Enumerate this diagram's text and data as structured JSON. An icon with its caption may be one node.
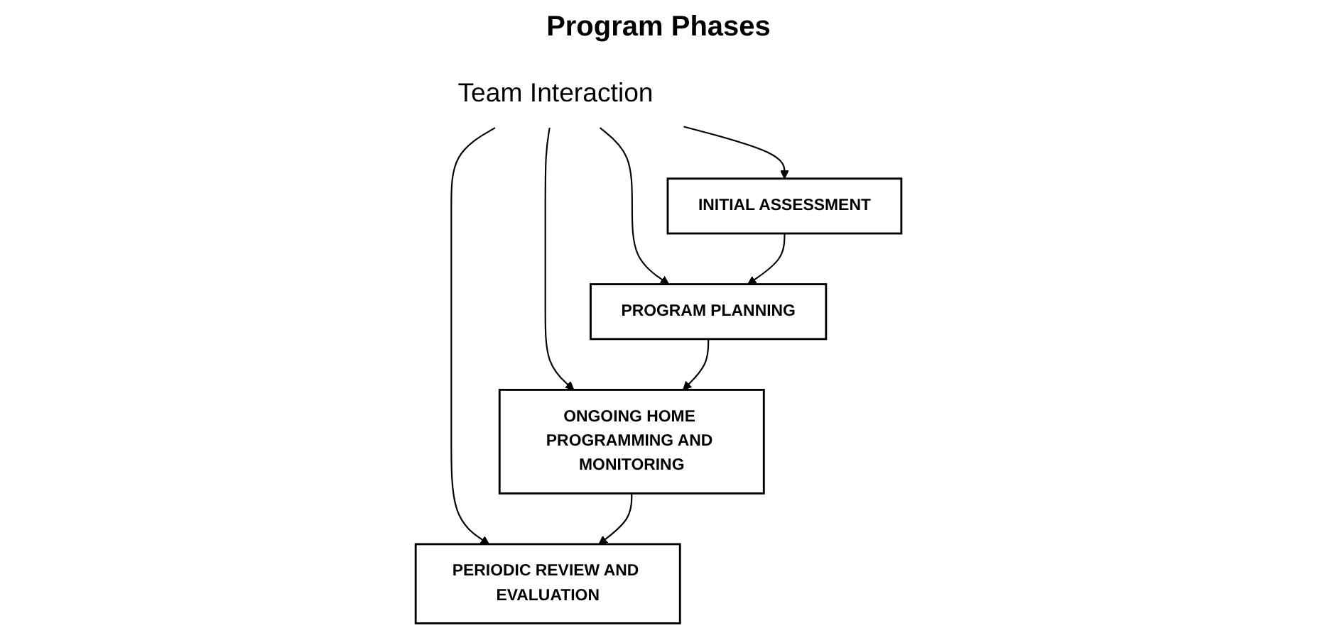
{
  "diagram": {
    "title": "Program Phases",
    "nodes": [
      {
        "text": [
          "Team Interaction"
        ]
      },
      {
        "text": [
          "INITIAL ASSESSMENT"
        ]
      },
      {
        "text": [
          "PROGRAM PLANNING"
        ]
      },
      {
        "text": [
          "ONGOING HOME PROGRAMMING AND MONITORING"
        ]
      },
      {
        "text": [
          "PERIODIC REVIEW AND EVALUATION"
        ]
      }
    ],
    "edges": [
      {
        "from": 0,
        "to": 1,
        "arrow": "to"
      },
      {
        "from": 0,
        "to": 2,
        "arrow": "to"
      },
      {
        "from": 0,
        "to": 3,
        "arrow": "to"
      },
      {
        "from": 0,
        "to": 4,
        "arrow": "to"
      },
      {
        "from": 1,
        "to": 2,
        "arrow": "to"
      },
      {
        "from": 2,
        "to": 3,
        "arrow": "to"
      },
      {
        "from": 3,
        "to": 4,
        "arrow": "to"
      }
    ]
  }
}
